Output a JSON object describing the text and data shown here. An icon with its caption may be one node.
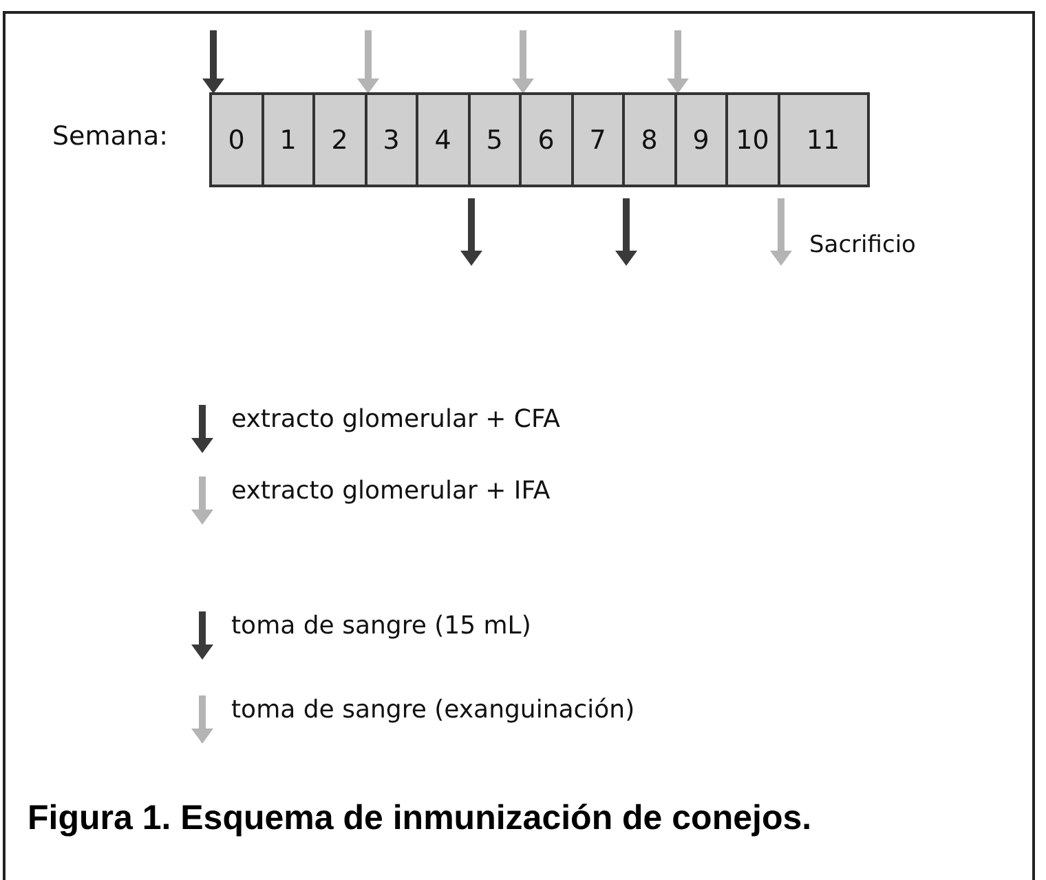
{
  "diagram": {
    "caption": "Figura 1. Esquema de inmunización de conejos.",
    "nodes": [
      {
        "text": [],
        "shape": "bar"
      },
      {
        "text": [
          "0"
        ],
        "in": 0
      },
      {
        "text": [
          "1"
        ],
        "in": 0
      },
      {
        "text": [
          "2"
        ],
        "in": 0
      },
      {
        "text": [
          "3"
        ],
        "in": 0
      },
      {
        "text": [
          "4"
        ],
        "in": 0
      },
      {
        "text": [
          "5"
        ],
        "in": 0
      },
      {
        "text": [
          "6"
        ],
        "in": 0
      },
      {
        "text": [
          "7"
        ],
        "in": 0
      },
      {
        "text": [
          "8"
        ],
        "in": 0
      },
      {
        "text": [
          "9"
        ],
        "in": 0
      },
      {
        "text": [
          "10"
        ],
        "in": 0
      },
      {
        "text": [
          "11"
        ],
        "in": 0
      }
    ],
    "edges": [
      {
        "from": null,
        "to": 1,
        "arrow": "to",
        "color": "#3a3a3a"
      },
      {
        "from": null,
        "to": 4,
        "arrow": "to"
      },
      {
        "from": null,
        "to": 7,
        "arrow": "to"
      },
      {
        "from": null,
        "to": 10,
        "arrow": "to"
      },
      {
        "from": 6,
        "to": null,
        "arrow": "to",
        "color": "#3a3a3a"
      },
      {
        "from": 9,
        "to": null,
        "arrow": "to",
        "color": "#3a3a3a"
      },
      {
        "from": 12,
        "to": null,
        "arrow": "to"
      }
    ],
    "labels": [
      "Semana:",
      "Sacrificio"
    ],
    "legend": [
      {
        "text": "extracto glomerular + CFA"
      },
      {
        "text": "extracto glomerular + IFA"
      },
      {
        "text": "toma de sangre (15 mL)"
      },
      {
        "text": "toma de sangre (exanguinación)"
      }
    ]
  }
}
